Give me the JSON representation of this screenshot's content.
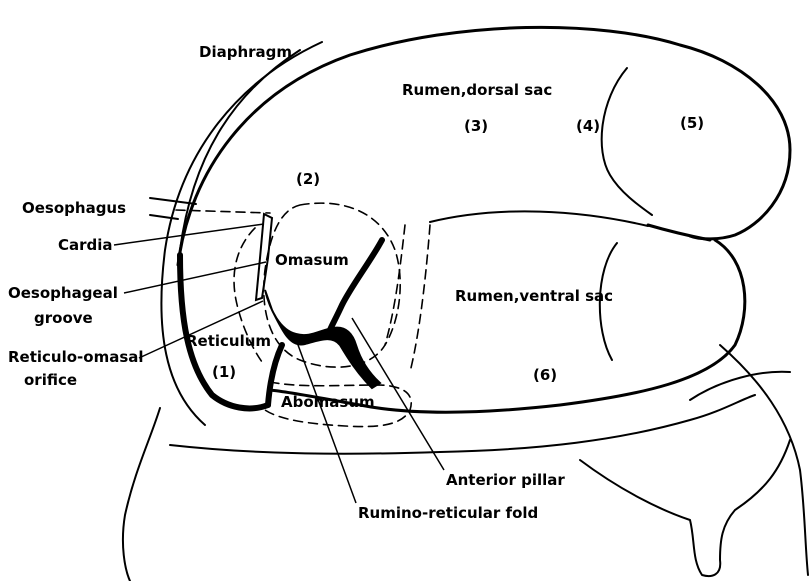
{
  "labels": {
    "diaphragm": "Diaphragm",
    "rumen_dorsal": "Rumen,dorsal sac",
    "rumen_ventral": "Rumen,ventral sac",
    "oesophagus": "Oesophagus",
    "cardia": "Cardia",
    "oesophageal_groove_1": "Oesophageal",
    "oesophageal_groove_2": "groove",
    "reticulo_omasal_1": "Reticulo-omasal",
    "reticulo_omasal_2": "orifice",
    "omasum": "Omasum",
    "reticulum": "Reticulum",
    "abomasum": "Abomasum",
    "anterior_pillar": "Anterior pillar",
    "rumino_reticular_fold": "Rumino-reticular fold"
  },
  "numbers": {
    "n1": "(1)",
    "n2": "(2)",
    "n3": "(3)",
    "n4": "(4)",
    "n5": "(5)",
    "n6": "(6)"
  }
}
